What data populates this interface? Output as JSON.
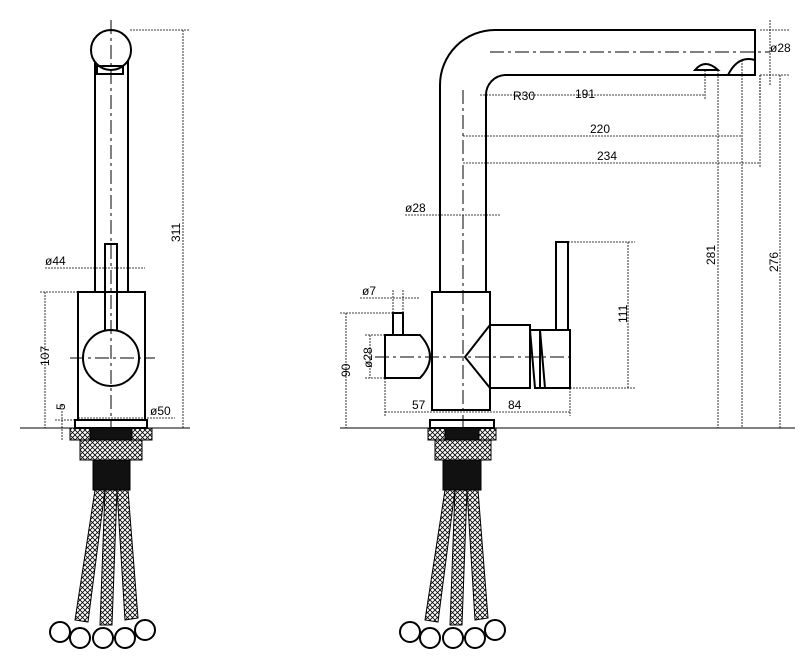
{
  "side_view": {
    "height_total": "311",
    "pipe_diameter": "ø44",
    "body_height": "107",
    "base_offset": "5",
    "body_diameter": "ø50"
  },
  "front_view": {
    "spout_diameter": "ø28",
    "bend_radius": "R30",
    "reach_191": "191",
    "reach_220": "220",
    "reach_234": "234",
    "pipe_diameter": "ø28",
    "height_281": "281",
    "height_276": "276",
    "lever_diameter": "ø7",
    "handle_diameter": "ø28",
    "handle_height": "90",
    "left_offset": "57",
    "right_offset": "84",
    "lever_height": "111"
  }
}
